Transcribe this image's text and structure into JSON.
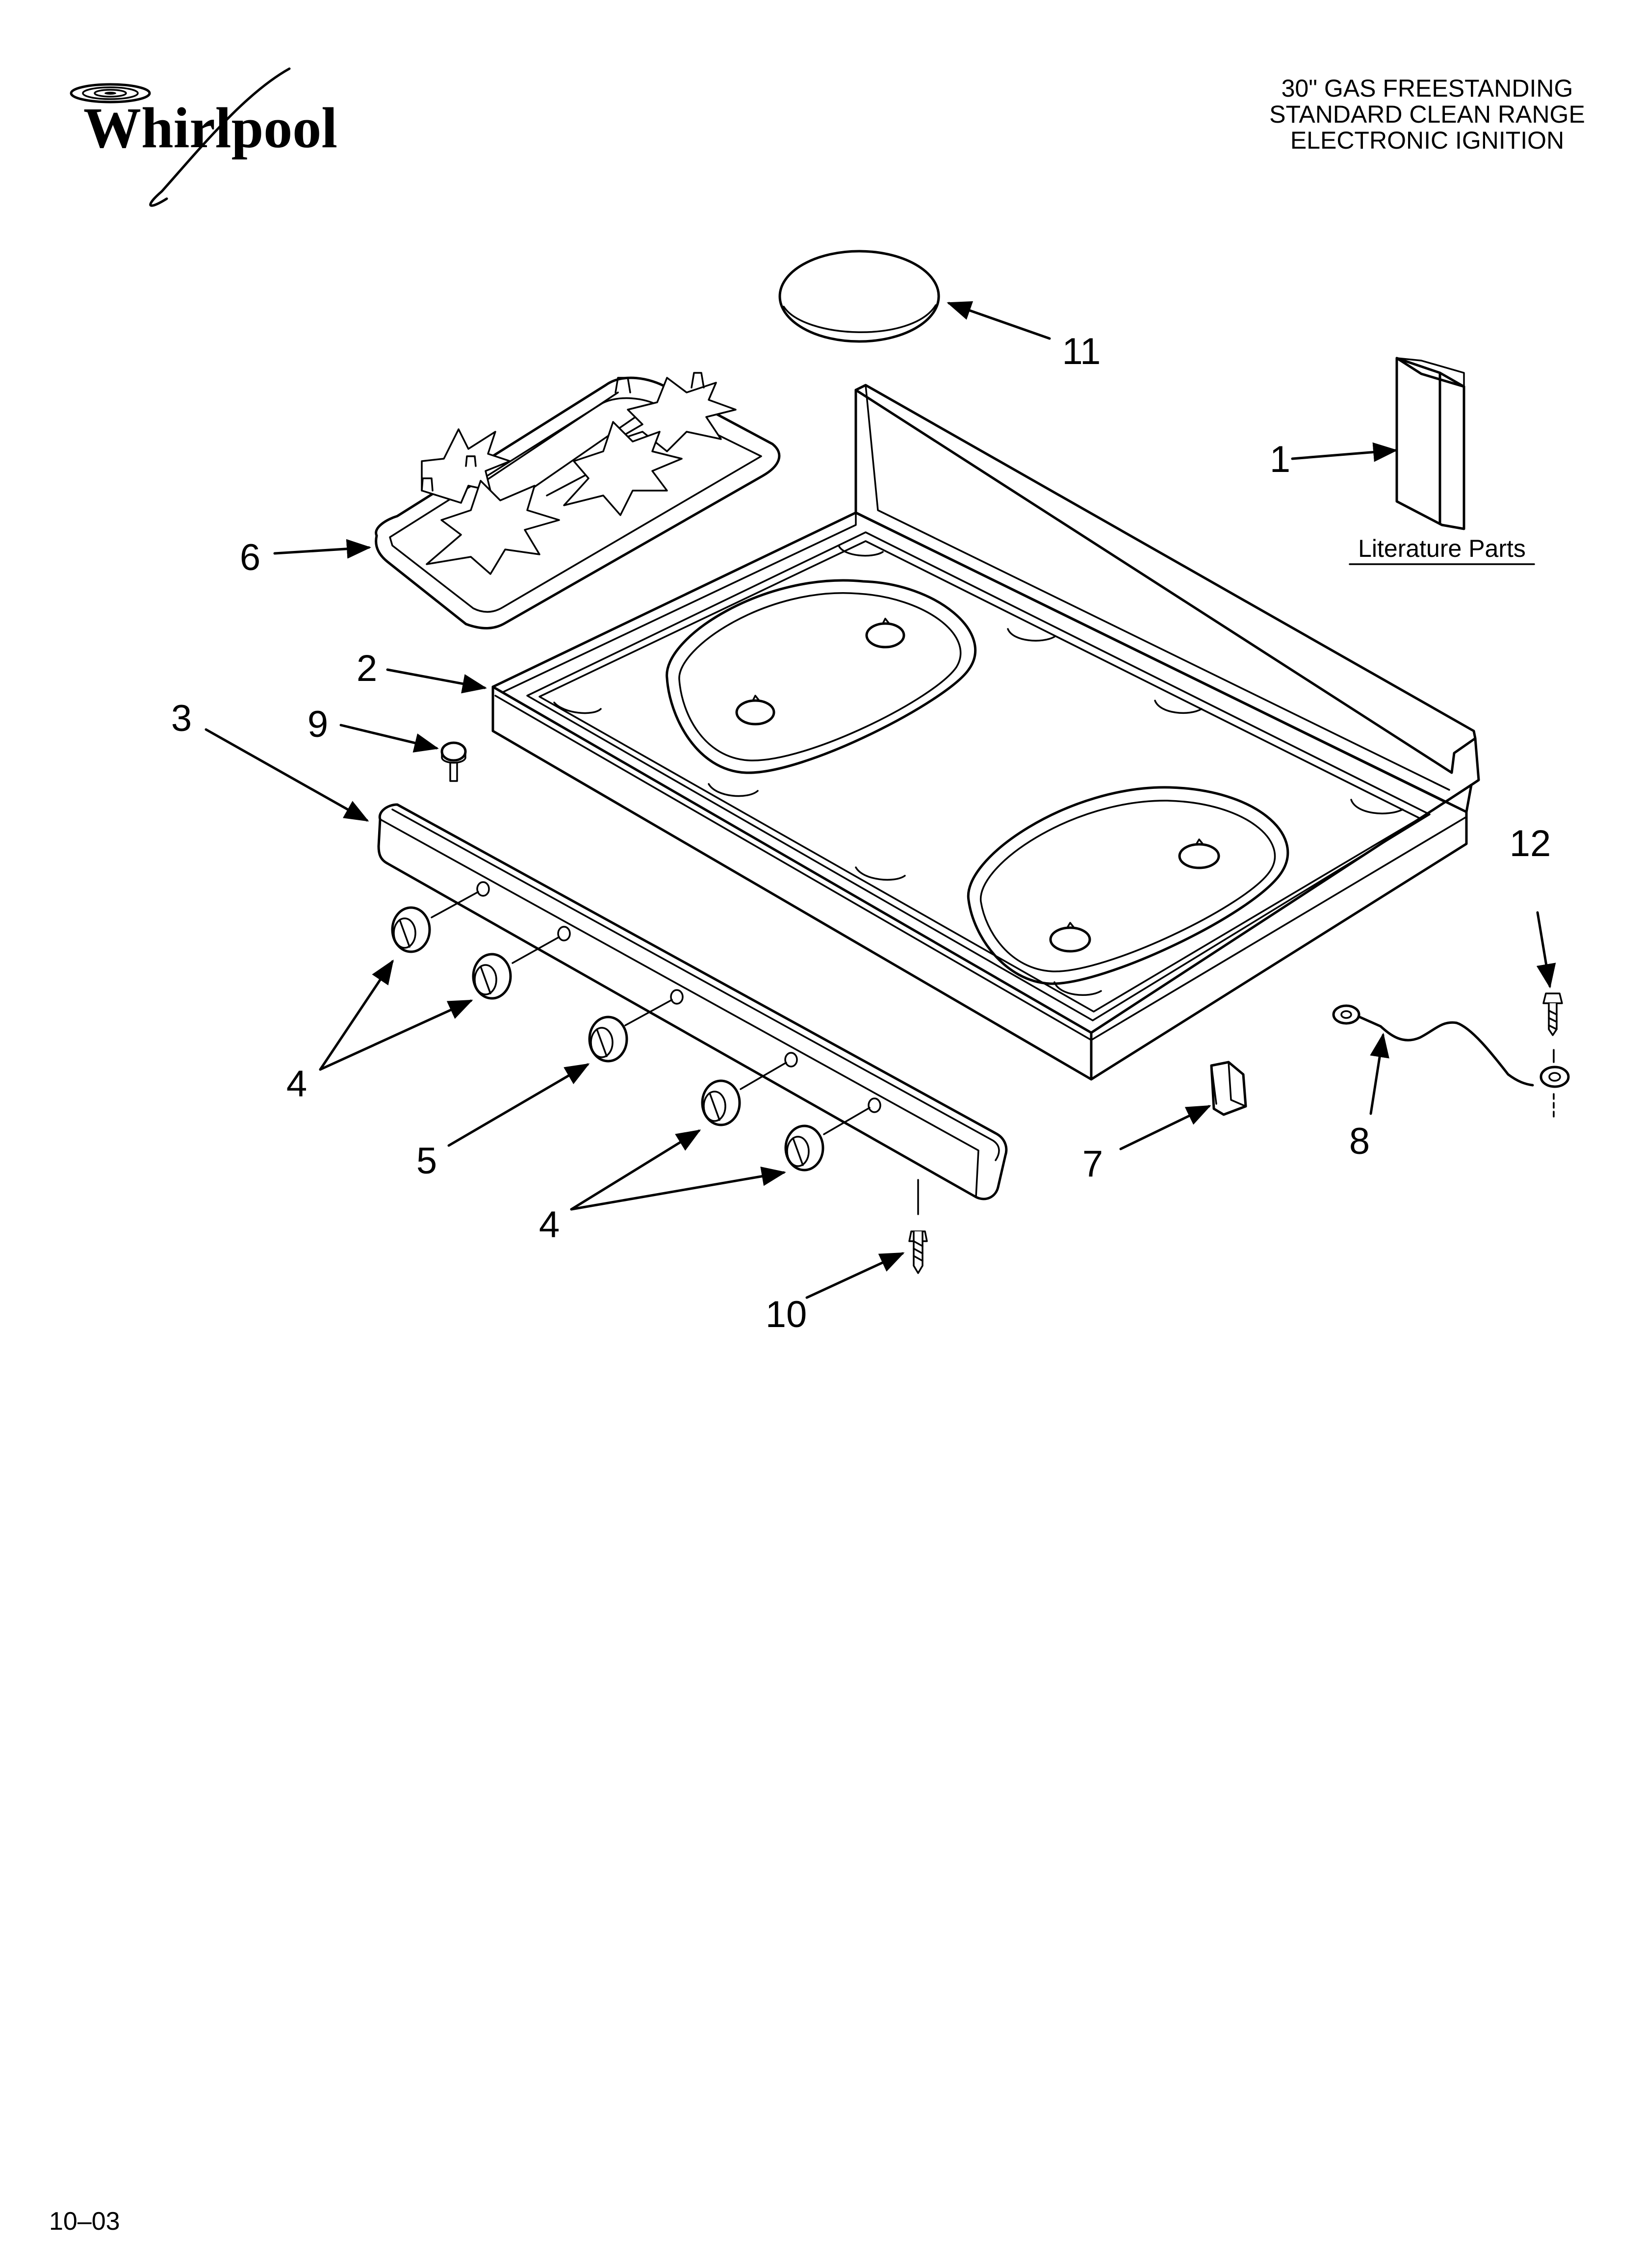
{
  "brand": {
    "logo_text": "Whirlpool"
  },
  "title": {
    "line1": "30\" GAS FREESTANDING",
    "line2": "STANDARD CLEAN RANGE",
    "line3": "ELECTRONIC IGNITION"
  },
  "literature": {
    "label": "Literature Parts"
  },
  "callouts": {
    "c1": "1",
    "c2": "2",
    "c3": "3",
    "c4a": "4",
    "c4b": "4",
    "c5": "5",
    "c6": "6",
    "c7": "7",
    "c8": "8",
    "c9": "9",
    "c10": "10",
    "c11": "11",
    "c12": "12"
  },
  "footer": {
    "code": "10–03"
  }
}
